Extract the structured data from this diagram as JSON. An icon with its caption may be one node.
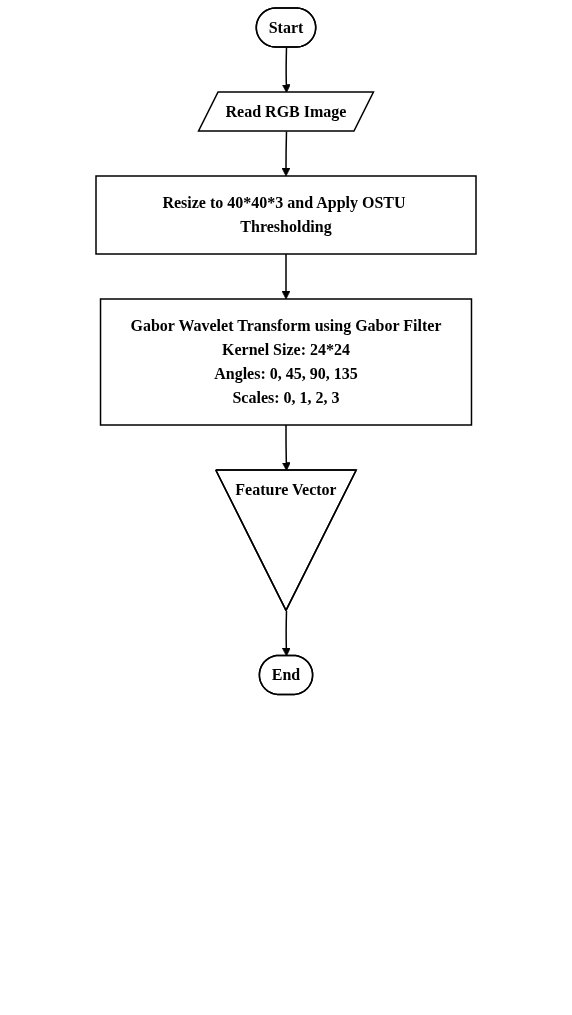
{
  "diagram": {
    "nodes": [
      {
        "text": [
          "Start"
        ]
      },
      {
        "text": [
          "Read RGB Image"
        ]
      },
      {
        "text": [
          "Resize to 40*40*3 and Apply OSTU Thresholding"
        ]
      },
      {
        "text": [
          "Gabor Wavelet Transform using Gabor Filter",
          "Kernel Size: 24*24",
          "Angles: 0, 45, 90, 135",
          "Scales: 0, 1, 2, 3"
        ]
      },
      {
        "text": [
          "Feature Vector"
        ]
      },
      {
        "text": [
          "End"
        ]
      }
    ],
    "edges": [
      {
        "from": 0,
        "to": 1,
        "arrow": "to"
      },
      {
        "from": 1,
        "to": 2,
        "arrow": "to"
      },
      {
        "from": 2,
        "to": 3,
        "arrow": "to"
      },
      {
        "from": 3,
        "to": 4,
        "arrow": "to"
      },
      {
        "from": 4,
        "to": 5,
        "arrow": "to"
      }
    ]
  }
}
